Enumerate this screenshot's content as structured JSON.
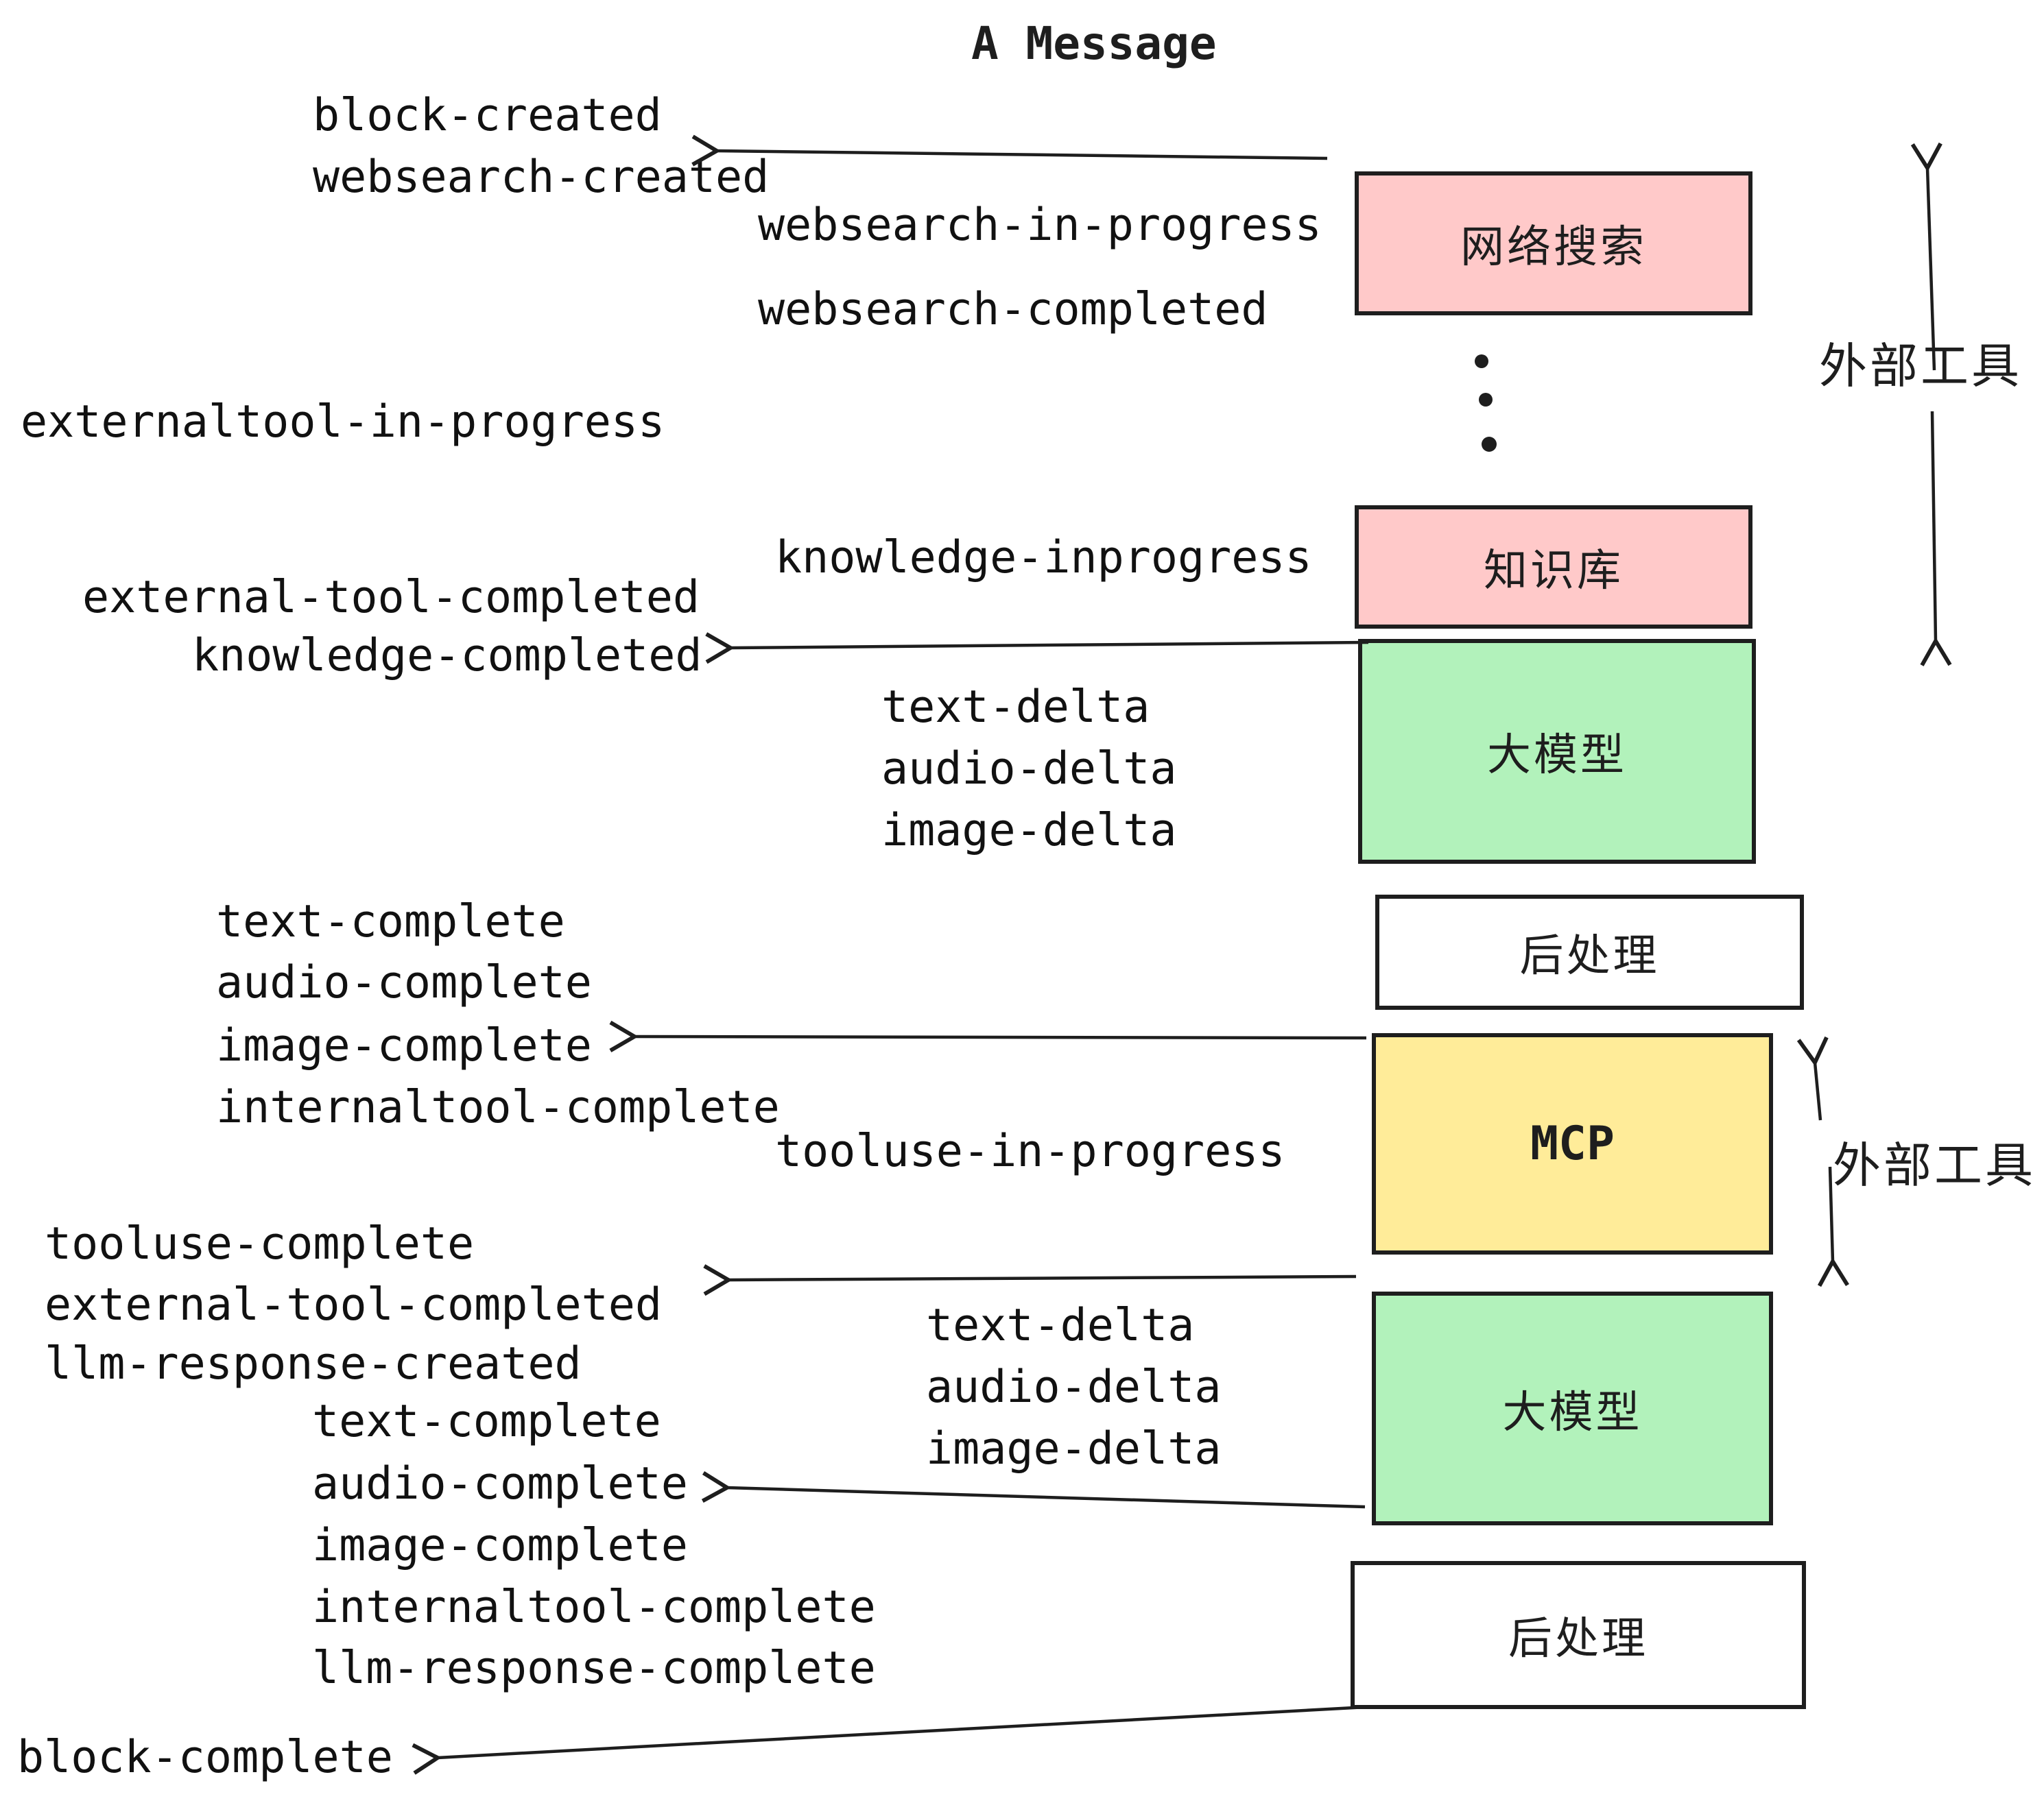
{
  "title": "A Message",
  "colors": {
    "pink": "#ffc9c9",
    "green": "#b2f2bb",
    "yellow": "#ffec99",
    "white": "#ffffff",
    "ink": "#1e1e1e"
  },
  "boxes": {
    "websearch": {
      "label": "网络搜索"
    },
    "knowledge": {
      "label": "知识库"
    },
    "llm1": {
      "label": "大模型"
    },
    "post1": {
      "label": "后处理"
    },
    "mcp": {
      "label": "MCP"
    },
    "llm2": {
      "label": "大模型"
    },
    "post2": {
      "label": "后处理"
    }
  },
  "side_labels": {
    "external_tools_top": "外部工具",
    "external_tools_bottom": "外部工具"
  },
  "events": {
    "block_created": "block-created",
    "websearch_created": "websearch-created",
    "websearch_in_progress": "websearch-in-progress",
    "websearch_completed": "websearch-completed",
    "externaltool_in_progress": "externaltool-in-progress",
    "knowledge_inprogress": "knowledge-inprogress",
    "external_tool_completed_1": "external-tool-completed",
    "knowledge_completed": "knowledge-completed",
    "text_delta_1": "text-delta",
    "audio_delta_1": "audio-delta",
    "image_delta_1": "image-delta",
    "text_complete_1": "text-complete",
    "audio_complete_1": "audio-complete",
    "image_complete_1": "image-complete",
    "internaltool_complete_1": "internaltool-complete",
    "tooluse_in_progress": "tooluse-in-progress",
    "tooluse_complete": "tooluse-complete",
    "external_tool_completed_2": "external-tool-completed",
    "llm_response_created": "llm-response-created",
    "text_delta_2": "text-delta",
    "audio_delta_2": "audio-delta",
    "image_delta_2": "image-delta",
    "text_complete_2": "text-complete",
    "audio_complete_2": "audio-complete",
    "image_complete_2": "image-complete",
    "internaltool_complete_2": "internaltool-complete",
    "llm_response_complete": "llm-response-complete",
    "block_complete": "block-complete"
  }
}
